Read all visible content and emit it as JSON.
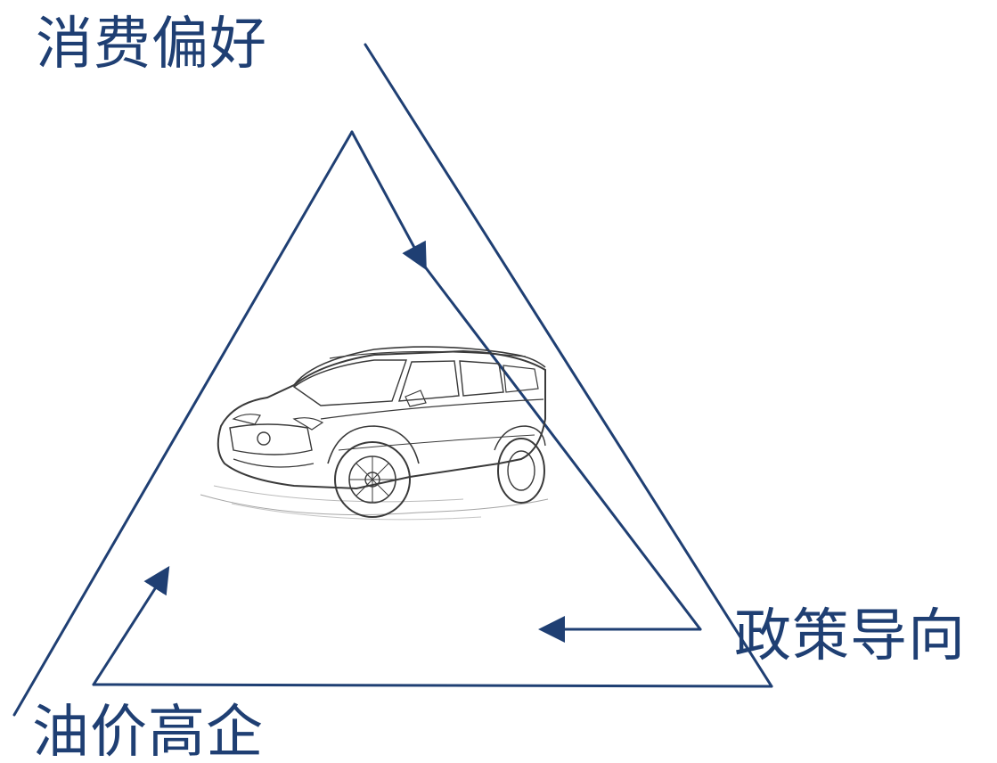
{
  "diagram": {
    "labels": {
      "consumer_preference": "消费偏好",
      "policy_guidance": "政策导向",
      "high_oil_price": "油价高企"
    },
    "center_image": "suv-car-sketch",
    "colors": {
      "line": "#1f3f73",
      "text": "#1f3f73",
      "sketch": "#3a3a3a"
    }
  }
}
